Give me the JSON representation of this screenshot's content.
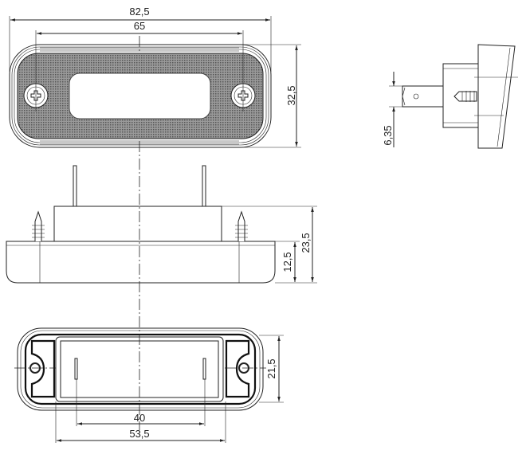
{
  "title": "Lamp technical drawing (dimensions in mm)",
  "dimensions": {
    "overall_length": "82,5",
    "screw_spacing": "65",
    "overall_height": "32,5",
    "terminal_width": "6,35",
    "total_depth": "23,5",
    "housing_depth": "12,5",
    "base_height": "21,5",
    "pin_spacing": "40",
    "base_length": "53,5"
  },
  "colors": {
    "line": "#222222",
    "lens_fill": "#8a8a8a"
  }
}
